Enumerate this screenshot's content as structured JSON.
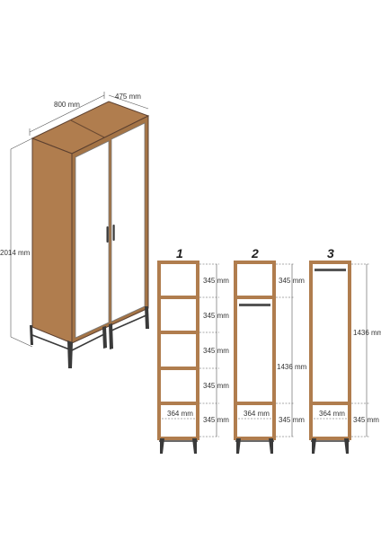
{
  "wardrobe": {
    "width_label": "800 mm",
    "depth_label": "475 mm",
    "height_label": "2014 mm"
  },
  "sections": [
    {
      "number": "1",
      "shelf_labels": [
        "345 mm",
        "345 mm",
        "345 mm",
        "345 mm",
        "345 mm"
      ],
      "inner_width_label": "364 mm"
    },
    {
      "number": "2",
      "top_label": "345 mm",
      "rail_label": "1436 mm",
      "bottom_label": "345 mm",
      "inner_width_label": "364 mm"
    },
    {
      "number": "3",
      "rail_label": "1436 mm",
      "bottom_label": "345 mm",
      "inner_width_label": "364 mm"
    }
  ],
  "colors": {
    "wood": "#b07d4e",
    "wood_dark": "#8a5e36",
    "door": "#ffffff",
    "metal": "#3a3a3a",
    "line": "#555555"
  }
}
